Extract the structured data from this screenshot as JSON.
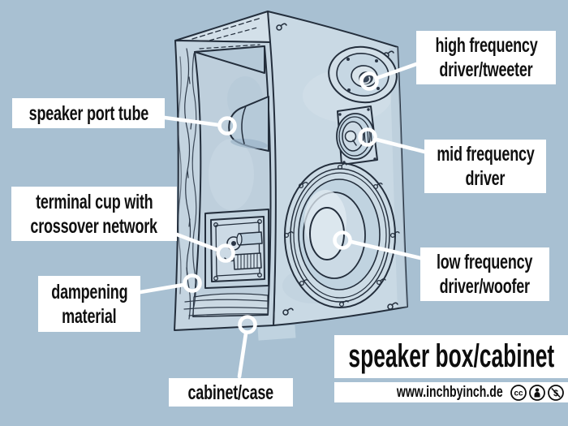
{
  "diagram": {
    "title": "speaker box/cabinet",
    "website": "www.inchbyinch.de",
    "labels": {
      "high_frequency": {
        "line1": "high frequency",
        "line2": "driver/tweeter"
      },
      "speaker_port": {
        "line1": "speaker port tube"
      },
      "mid_frequency": {
        "line1": "mid frequency",
        "line2": "driver"
      },
      "terminal_cup": {
        "line1": "terminal cup with",
        "line2": "crossover network"
      },
      "low_frequency": {
        "line1": "low frequency",
        "line2": "driver/woofer"
      },
      "dampening": {
        "line1": "dampening",
        "line2": "material"
      },
      "cabinet": {
        "line1": "cabinet/case"
      }
    },
    "license_icons": [
      "cc-icon",
      "by-icon",
      "nc-icon"
    ],
    "colors": {
      "background": "#a8c0d2",
      "label_background": "#ffffff",
      "label_text": "#111111",
      "line_art": "#232e3c",
      "leader_line": "#ffffff"
    }
  }
}
